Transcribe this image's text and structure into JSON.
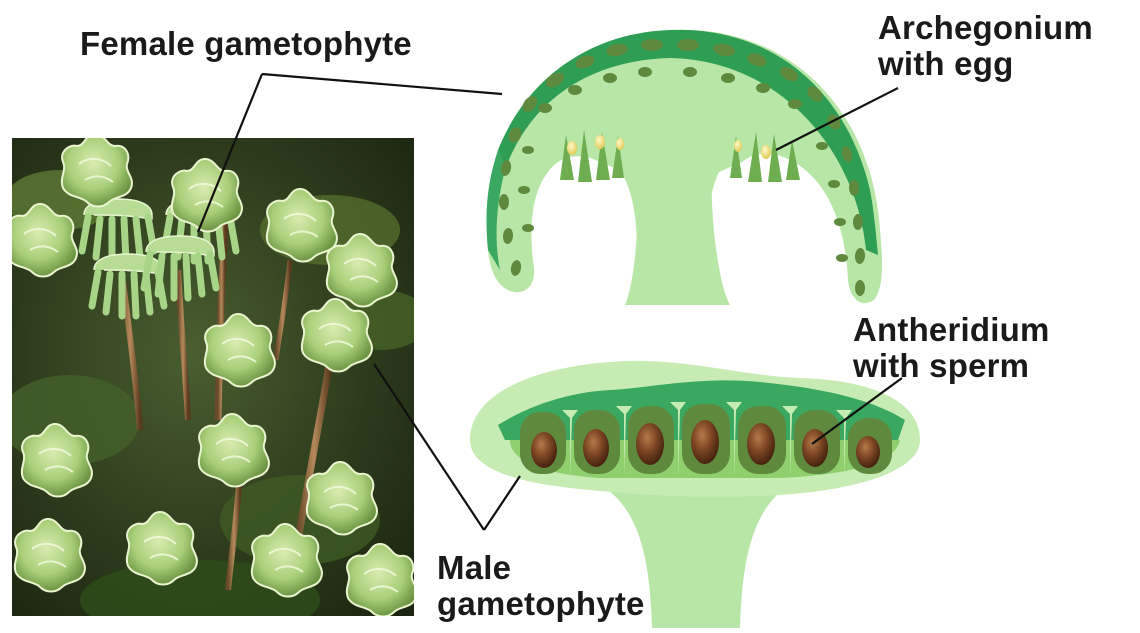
{
  "labels": {
    "female_gametophyte": "Female gametophyte",
    "archegonium_line1": "Archegonium",
    "archegonium_line2": "with egg",
    "antheridium_line1": "Antheridium",
    "antheridium_line2": "with sperm",
    "male_line1": "Male",
    "male_line2": "gametophyte"
  },
  "colors": {
    "tissue_light": "#b7e6a6",
    "tissue_mid": "#8fd67a",
    "tissue_dark_green": "#2e9e55",
    "chamber_dark": "#5f8a3e",
    "egg_yellow": "#f2e28a",
    "sperm_brown": "#6b3a1c",
    "photo_bg": "#2f3d1f",
    "leader_line": "#111111"
  }
}
